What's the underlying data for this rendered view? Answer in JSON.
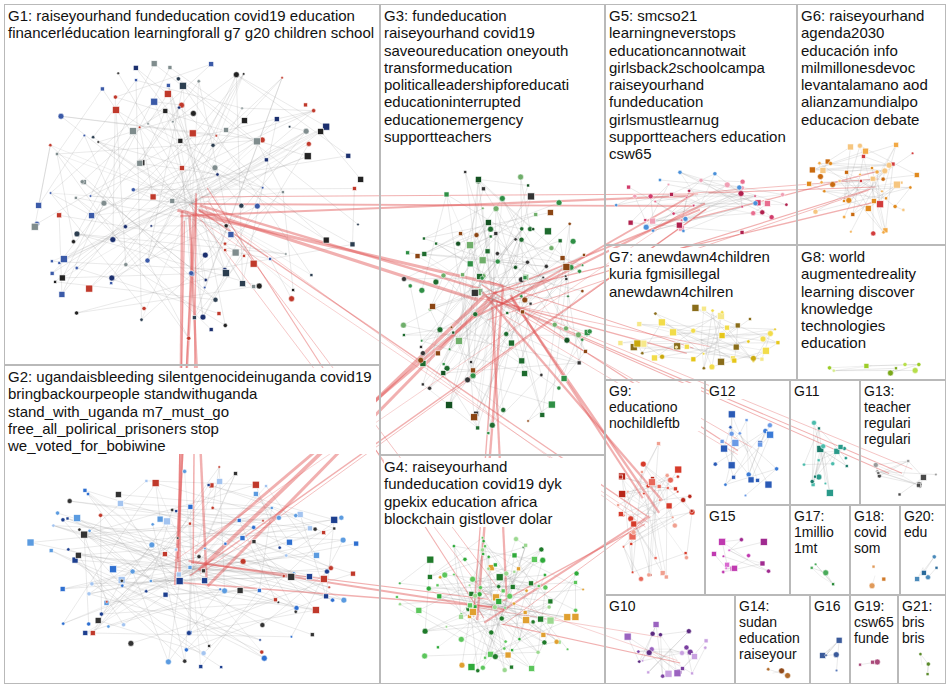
{
  "diagram": {
    "nodes": [
      {
        "text": [
          "G1: raiseyourhand fundeducation covid19 education financerléducation learningforall g7 g20 children school"
        ]
      },
      {
        "text": [
          "G2: ugandaisbleeding silentgenocideinuganda covid19 bringbackourpeople standwithuganda stand_with_uganda m7_must_go free_all_polirical_prisoners stop we_voted_for_bobiwine"
        ]
      },
      {
        "text": [
          "G3: fundeducation raiseyourhand covid19 saveoureducation oneyouth transformeducation politicalleadershipforeducati educationinterrupted educationemergency supportteachers"
        ]
      },
      {
        "text": [
          "G4: raiseyourhand fundeducation covid19 dyk gpekix education africa blockchain gistlover dolar"
        ]
      },
      {
        "text": [
          "G5: smcso21 learningneverstops educationcannotwait girlsback2schoolcampa raiseyourhand fundeducation girlsmustlearnug supportteachers education csw65"
        ]
      },
      {
        "text": [
          "G6: raiseyourhand agenda2030 educación info milmillonesdevoc levantalamano aod alianzamundialpo educacion debate"
        ]
      },
      {
        "text": [
          "G7: anewdawn4children kuria fgmisillegal anewdawn4chilren"
        ]
      },
      {
        "text": [
          "G8: world augmentedreality learning discover knowledge technologies education"
        ]
      },
      {
        "text": [
          "G9: educationo nochildleftb"
        ]
      },
      {
        "text": [
          "G10"
        ]
      },
      {
        "text": [
          "G11"
        ]
      },
      {
        "text": [
          "G12"
        ]
      },
      {
        "text": [
          "G13: teacher regulari regulari"
        ]
      },
      {
        "text": [
          "G14: sudan education raiseyour"
        ]
      },
      {
        "text": [
          "G15"
        ]
      },
      {
        "text": [
          "G16"
        ]
      },
      {
        "text": [
          "G17: 1millio 1mt"
        ]
      },
      {
        "text": [
          "G18: covid som"
        ]
      },
      {
        "text": [
          "G19: csw65 funde"
        ]
      },
      {
        "text": [
          "G20: edu"
        ]
      },
      {
        "text": [
          "G21: bris bris"
        ]
      }
    ]
  }
}
